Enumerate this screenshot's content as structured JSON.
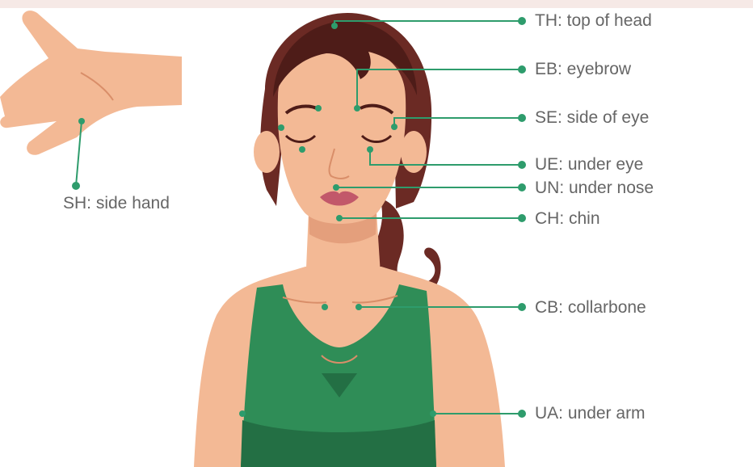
{
  "colors": {
    "skin": "#f3b995",
    "skin_shadow": "#e49f7c",
    "skin_dark": "#d98e69",
    "hair": "#6b2a24",
    "hair_dark": "#4e1c18",
    "top": "#2f8d57",
    "top_dark": "#236f44",
    "accent": "#2e9c6c",
    "label": "#666666",
    "lips": "#c2586a",
    "top_band": "#f6e9e6"
  },
  "points": [
    {
      "code": "TH",
      "label": "TH: top of head"
    },
    {
      "code": "EB",
      "label": "EB: eyebrow"
    },
    {
      "code": "SE",
      "label": "SE: side of eye"
    },
    {
      "code": "UE",
      "label": "UE: under eye"
    },
    {
      "code": "UN",
      "label": "UN: under nose"
    },
    {
      "code": "CH",
      "label": "CH: chin"
    },
    {
      "code": "CB",
      "label": "CB: collarbone"
    },
    {
      "code": "UA",
      "label": "UA: under arm"
    },
    {
      "code": "SH",
      "label": "SH: side hand"
    }
  ]
}
